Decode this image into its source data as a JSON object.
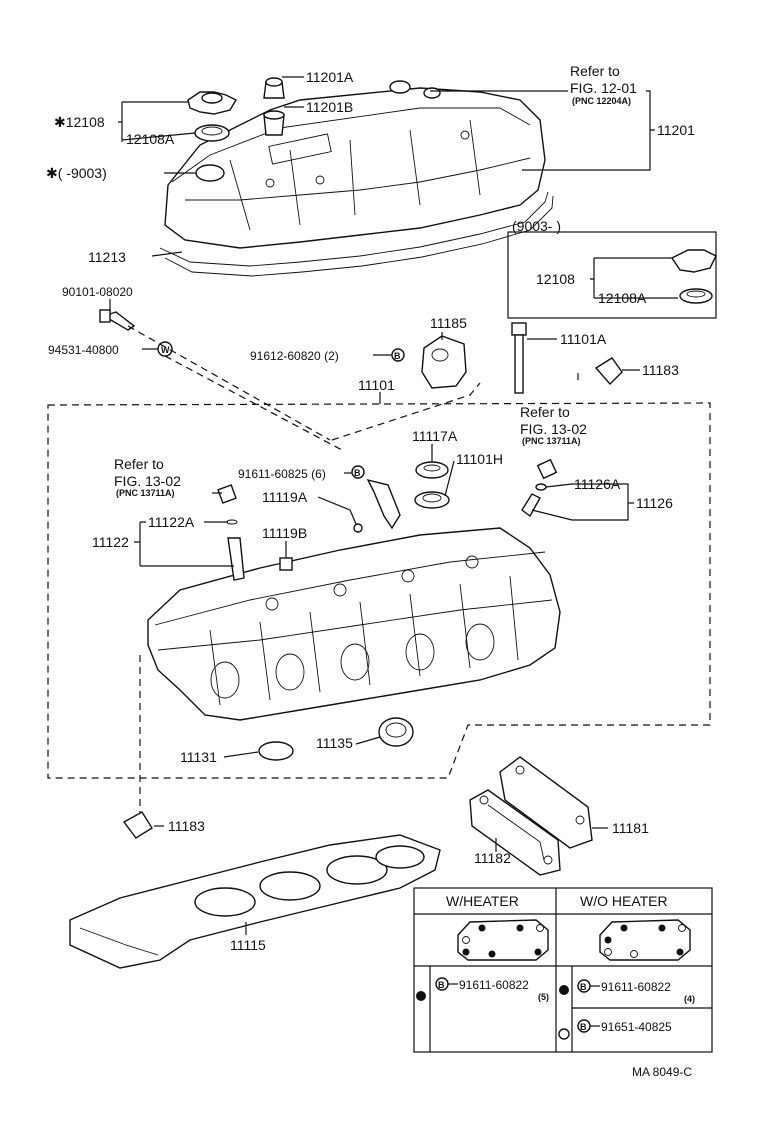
{
  "labels": {
    "p11201A": "11201A",
    "p11201B": "11201B",
    "p12108_star": "✱12108",
    "p12108A_top": "12108A",
    "range_old": "✱(      -9003)",
    "refer1": "Refer to",
    "fig1": "FIG. 12-01",
    "pnc1": "(PNC 12204A)",
    "p11201": "11201",
    "p11213": "11213",
    "range_new": "(9003-        )",
    "p12108": "12108",
    "p12108A": "12108A",
    "p90101": "90101-08020",
    "p94531": "94531-40800",
    "p11185": "11185",
    "p11101A": "11101A",
    "p91612": "91612-60820 (2)",
    "p11183_top": "11183",
    "p11101": "11101",
    "refer2": "Refer to",
    "fig2": "FIG. 13-02",
    "pnc2": "(PNC 13711A)",
    "p11117A": "11117A",
    "p11101H": "11101H",
    "refer3": "Refer to",
    "fig3": "FIG. 13-02",
    "pnc3": "(PNC 13711A)",
    "p91611": "91611-60825 (6)",
    "p11126A": "11126A",
    "p11126": "11126",
    "p11119A": "11119A",
    "p11122A": "11122A",
    "p11122": "11122",
    "p11119B": "11119B",
    "p11131": "11131",
    "p11135": "11135",
    "p11183_bot": "11183",
    "p11181": "11181",
    "p11182": "11182",
    "p11115": "11115",
    "footer": "MA  8049-C"
  },
  "table": {
    "col1_header": "W/HEATER",
    "col2_header": "W/O HEATER",
    "row1_col1_part": "91611-60822",
    "row1_col1_qty": "(5)",
    "row1_col2_part": "91611-60822",
    "row1_col2_qty": "(4)",
    "row2_col2_part": "91651-40825",
    "bolt_marker": "B"
  },
  "markers": {
    "b": "B",
    "w": "W"
  },
  "colors": {
    "ink": "#111111",
    "paper": "#ffffff"
  }
}
